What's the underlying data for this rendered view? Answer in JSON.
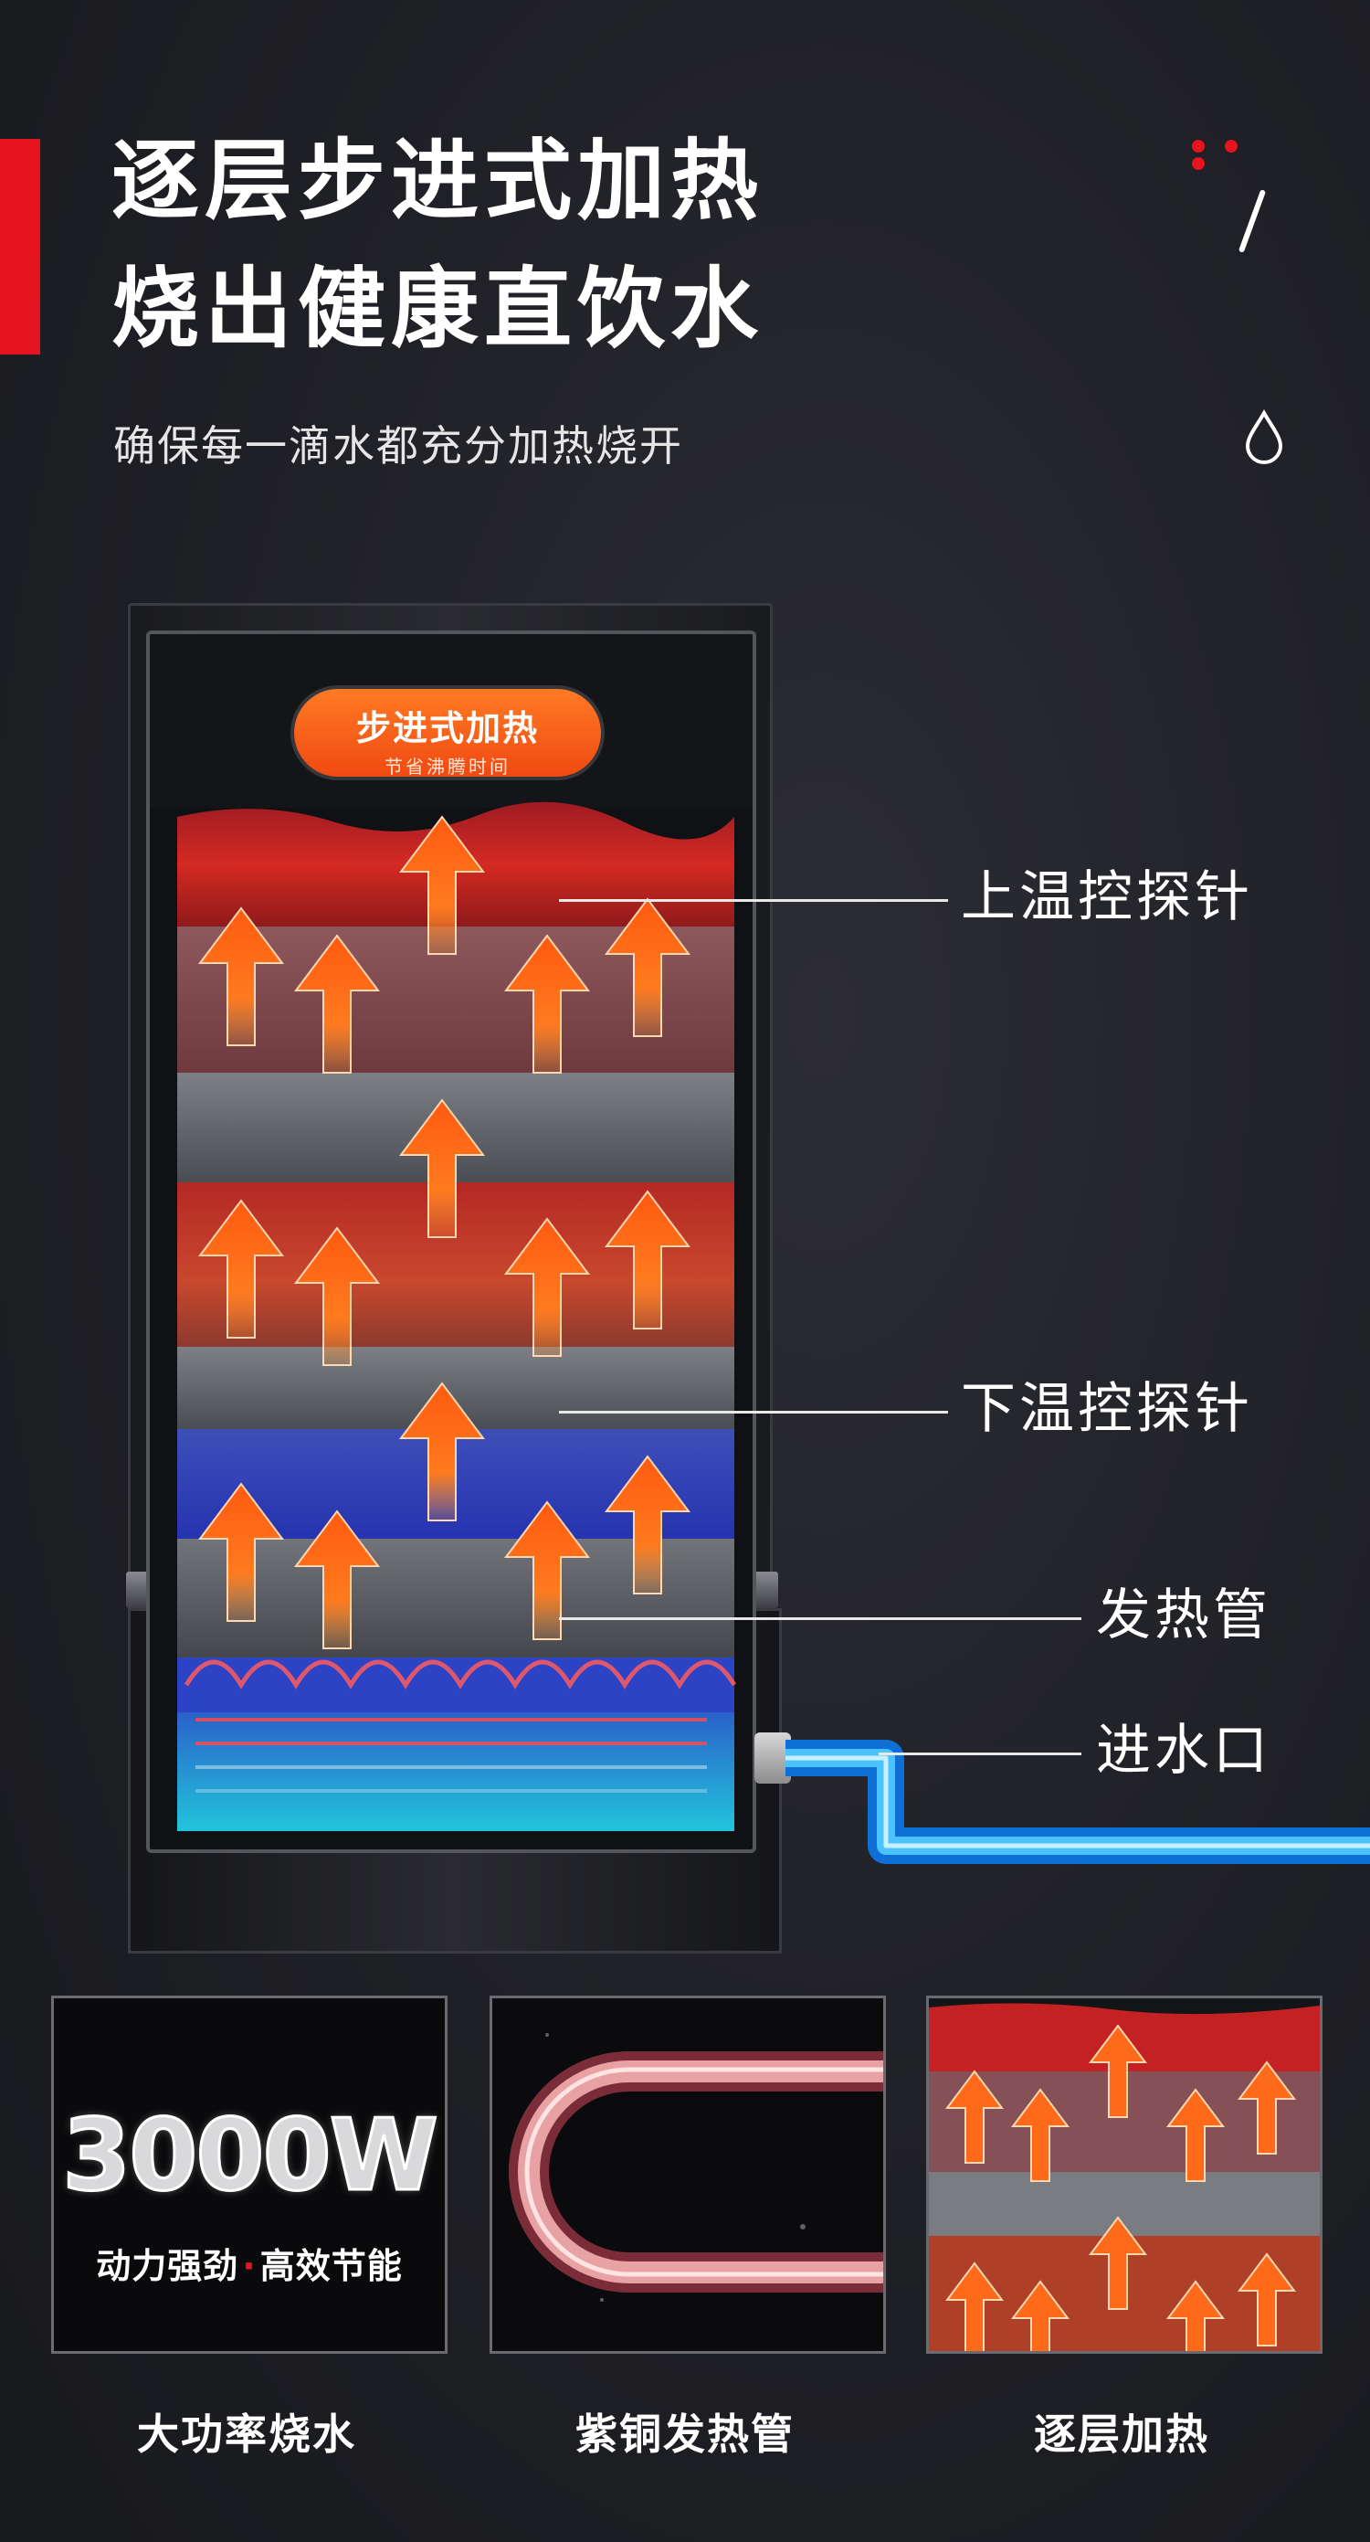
{
  "header": {
    "title_line1": "逐层步进式加热",
    "title_line2": "烧出健康直饮水",
    "subtitle": "确保每一滴水都充分加热烧开",
    "accent_color": "#e5141e",
    "deco_icons": [
      "dot-icon",
      "slash-icon",
      "water-drop-icon"
    ]
  },
  "diagram": {
    "badge_main": "步进式加热",
    "badge_sub": "节省沸腾时间",
    "callouts": [
      {
        "label": "上温控探针"
      },
      {
        "label": "下温控探针"
      },
      {
        "label": "发热管"
      },
      {
        "label": "进水口"
      }
    ],
    "layer_colors": [
      "#c41e1e",
      "#c4442a",
      "#2a3fc4",
      "#19b6d6"
    ],
    "arrow_color": "#ff6a1a",
    "pipe_color": "#1aa3ff"
  },
  "features": [
    {
      "power": "3000W",
      "tagline_left": "动力强劲",
      "tagline_sep": "·",
      "tagline_right": "高效节能",
      "caption": "大功率烧水",
      "icon": "power-text"
    },
    {
      "caption": "紫铜发热管",
      "icon": "copper-heating-tube-icon"
    },
    {
      "caption": "逐层加热",
      "icon": "layered-heating-icon"
    }
  ]
}
